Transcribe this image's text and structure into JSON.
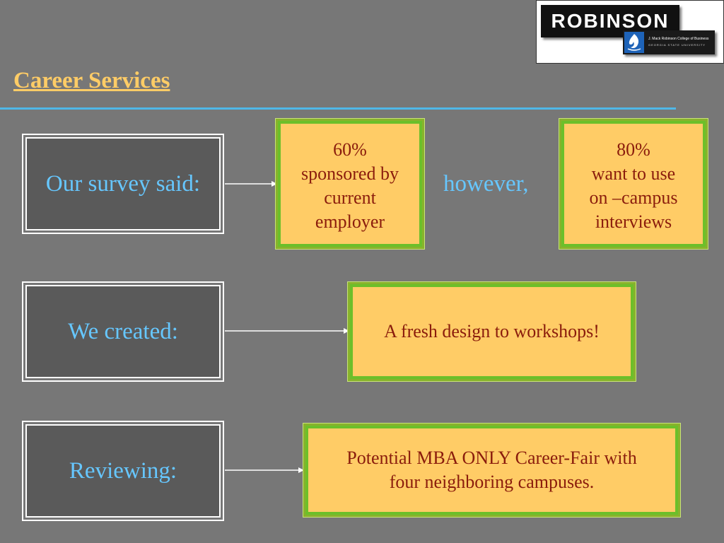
{
  "logo": {
    "wordmark": "ROBINSON",
    "line1": "J. Mack Robinson College of Business",
    "line2": "GEORGIA STATE UNIVERSITY"
  },
  "title": "Career Services",
  "rows": [
    {
      "label": "Our survey said:",
      "cards": [
        {
          "lines": [
            "60%",
            "sponsored by",
            "current",
            "employer"
          ]
        },
        {
          "lines": [
            "80%",
            "want to use",
            "on –campus",
            "interviews"
          ]
        }
      ],
      "connector": "however,"
    },
    {
      "label": "We created:",
      "cards": [
        {
          "lines": [
            "A fresh design to workshops!"
          ]
        }
      ]
    },
    {
      "label": "Reviewing:",
      "cards": [
        {
          "lines": [
            "Potential MBA ONLY Career-Fair with",
            "four neighboring campuses."
          ]
        }
      ]
    }
  ],
  "colors": {
    "background": "#777777",
    "title": "#ffcc66",
    "rule": "#4fb8e8",
    "label_text": "#66c7ff",
    "card_fill": "#ffcc66",
    "card_border": "#6cbf2a",
    "card_text": "#8a1c0c"
  }
}
